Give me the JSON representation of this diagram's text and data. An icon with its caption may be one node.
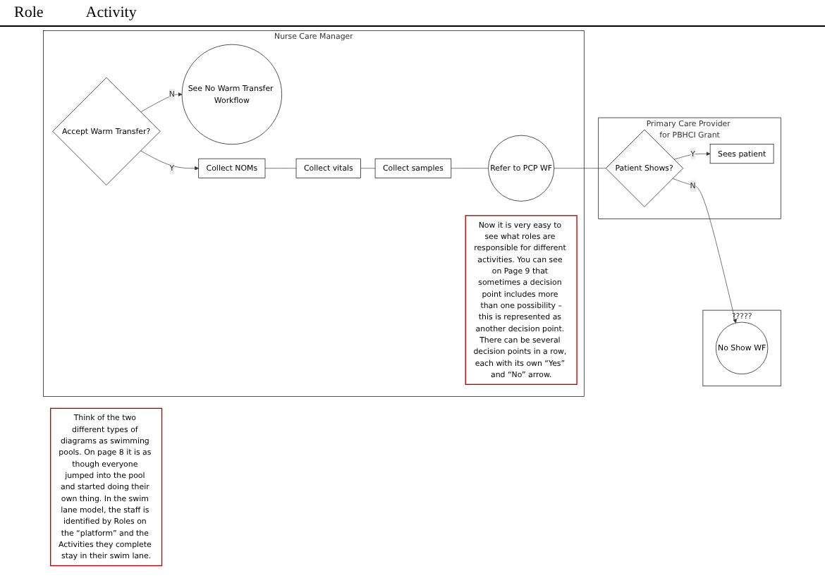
{
  "diagram": {
    "nodes": [
      {
        "text": [
          "Nurse Care Manager"
        ]
      },
      {
        "text": [
          "Accept Warm Transfer?"
        ],
        "in": 0
      },
      {
        "text": [
          "See No Warm Transfer Workflow"
        ],
        "in": 0
      },
      {
        "text": [
          "Collect NOMs"
        ],
        "in": 0
      },
      {
        "text": [
          "Collect vitals"
        ],
        "in": 0
      },
      {
        "text": [
          "Collect samples"
        ],
        "in": 0
      },
      {
        "text": [
          "Refer to PCP WF"
        ],
        "in": 0
      },
      {
        "text": [
          "Now it is very easy to see what roles are responsible for different activities. You can see on Page 9 that sometimes a decision point includes more than one possibility –this is represented as another decision point. There can be several decision points in a row, each with its own “Yes” and “No” arrow."
        ],
        "in": 0
      },
      {
        "text": [
          "Primary Care Provider for PBHCI Grant"
        ]
      },
      {
        "text": [
          "Patient Shows?"
        ],
        "in": 8
      },
      {
        "text": [
          "Sees patient"
        ],
        "in": 8
      },
      {
        "text": [
          "?????"
        ]
      },
      {
        "text": [
          "No Show WF"
        ],
        "in": 11
      },
      {
        "text": [
          "Think of the two different types of diagrams as swimming pools. On page 8 it is as though everyone jumped into the pool and started doing their own thing. In the swim lane model, the staff is identified by Roles on the “platform” and the Activities they complete stay in their swim lane."
        ]
      }
    ],
    "edges": [
      {
        "from": 1,
        "to": 2,
        "arrow": "to",
        "label": "N"
      },
      {
        "from": 1,
        "to": 3,
        "arrow": "to",
        "label": "Y"
      },
      {
        "from": 3,
        "to": 4,
        "arrow": "none"
      },
      {
        "from": 4,
        "to": 5,
        "arrow": "none"
      },
      {
        "from": 5,
        "to": 6,
        "arrow": "none"
      },
      {
        "from": 6,
        "to": 9,
        "arrow": "none"
      },
      {
        "from": 9,
        "to": 10,
        "arrow": "to",
        "label": "Y"
      },
      {
        "from": 9,
        "to": 12,
        "arrow": "to",
        "label": "N"
      }
    ],
    "labels": [
      "Role",
      "Activity"
    ]
  }
}
